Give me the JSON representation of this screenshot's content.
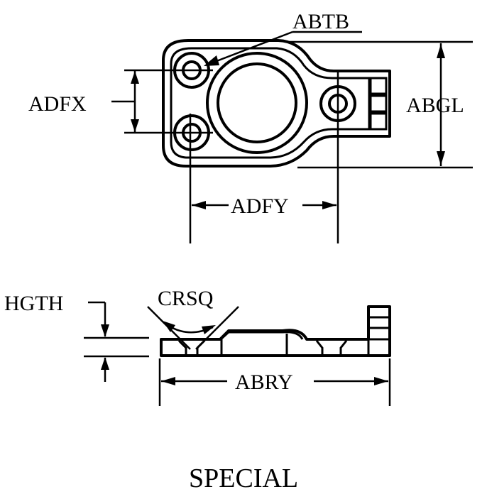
{
  "labels": {
    "abtb": "ABTB",
    "adfx": "ADFX",
    "abgl": "ABGL",
    "adfy": "ADFY",
    "hgth": "HGTH",
    "crsq": "CRSQ",
    "abry": "ABRY",
    "caption": "SPECIAL"
  }
}
